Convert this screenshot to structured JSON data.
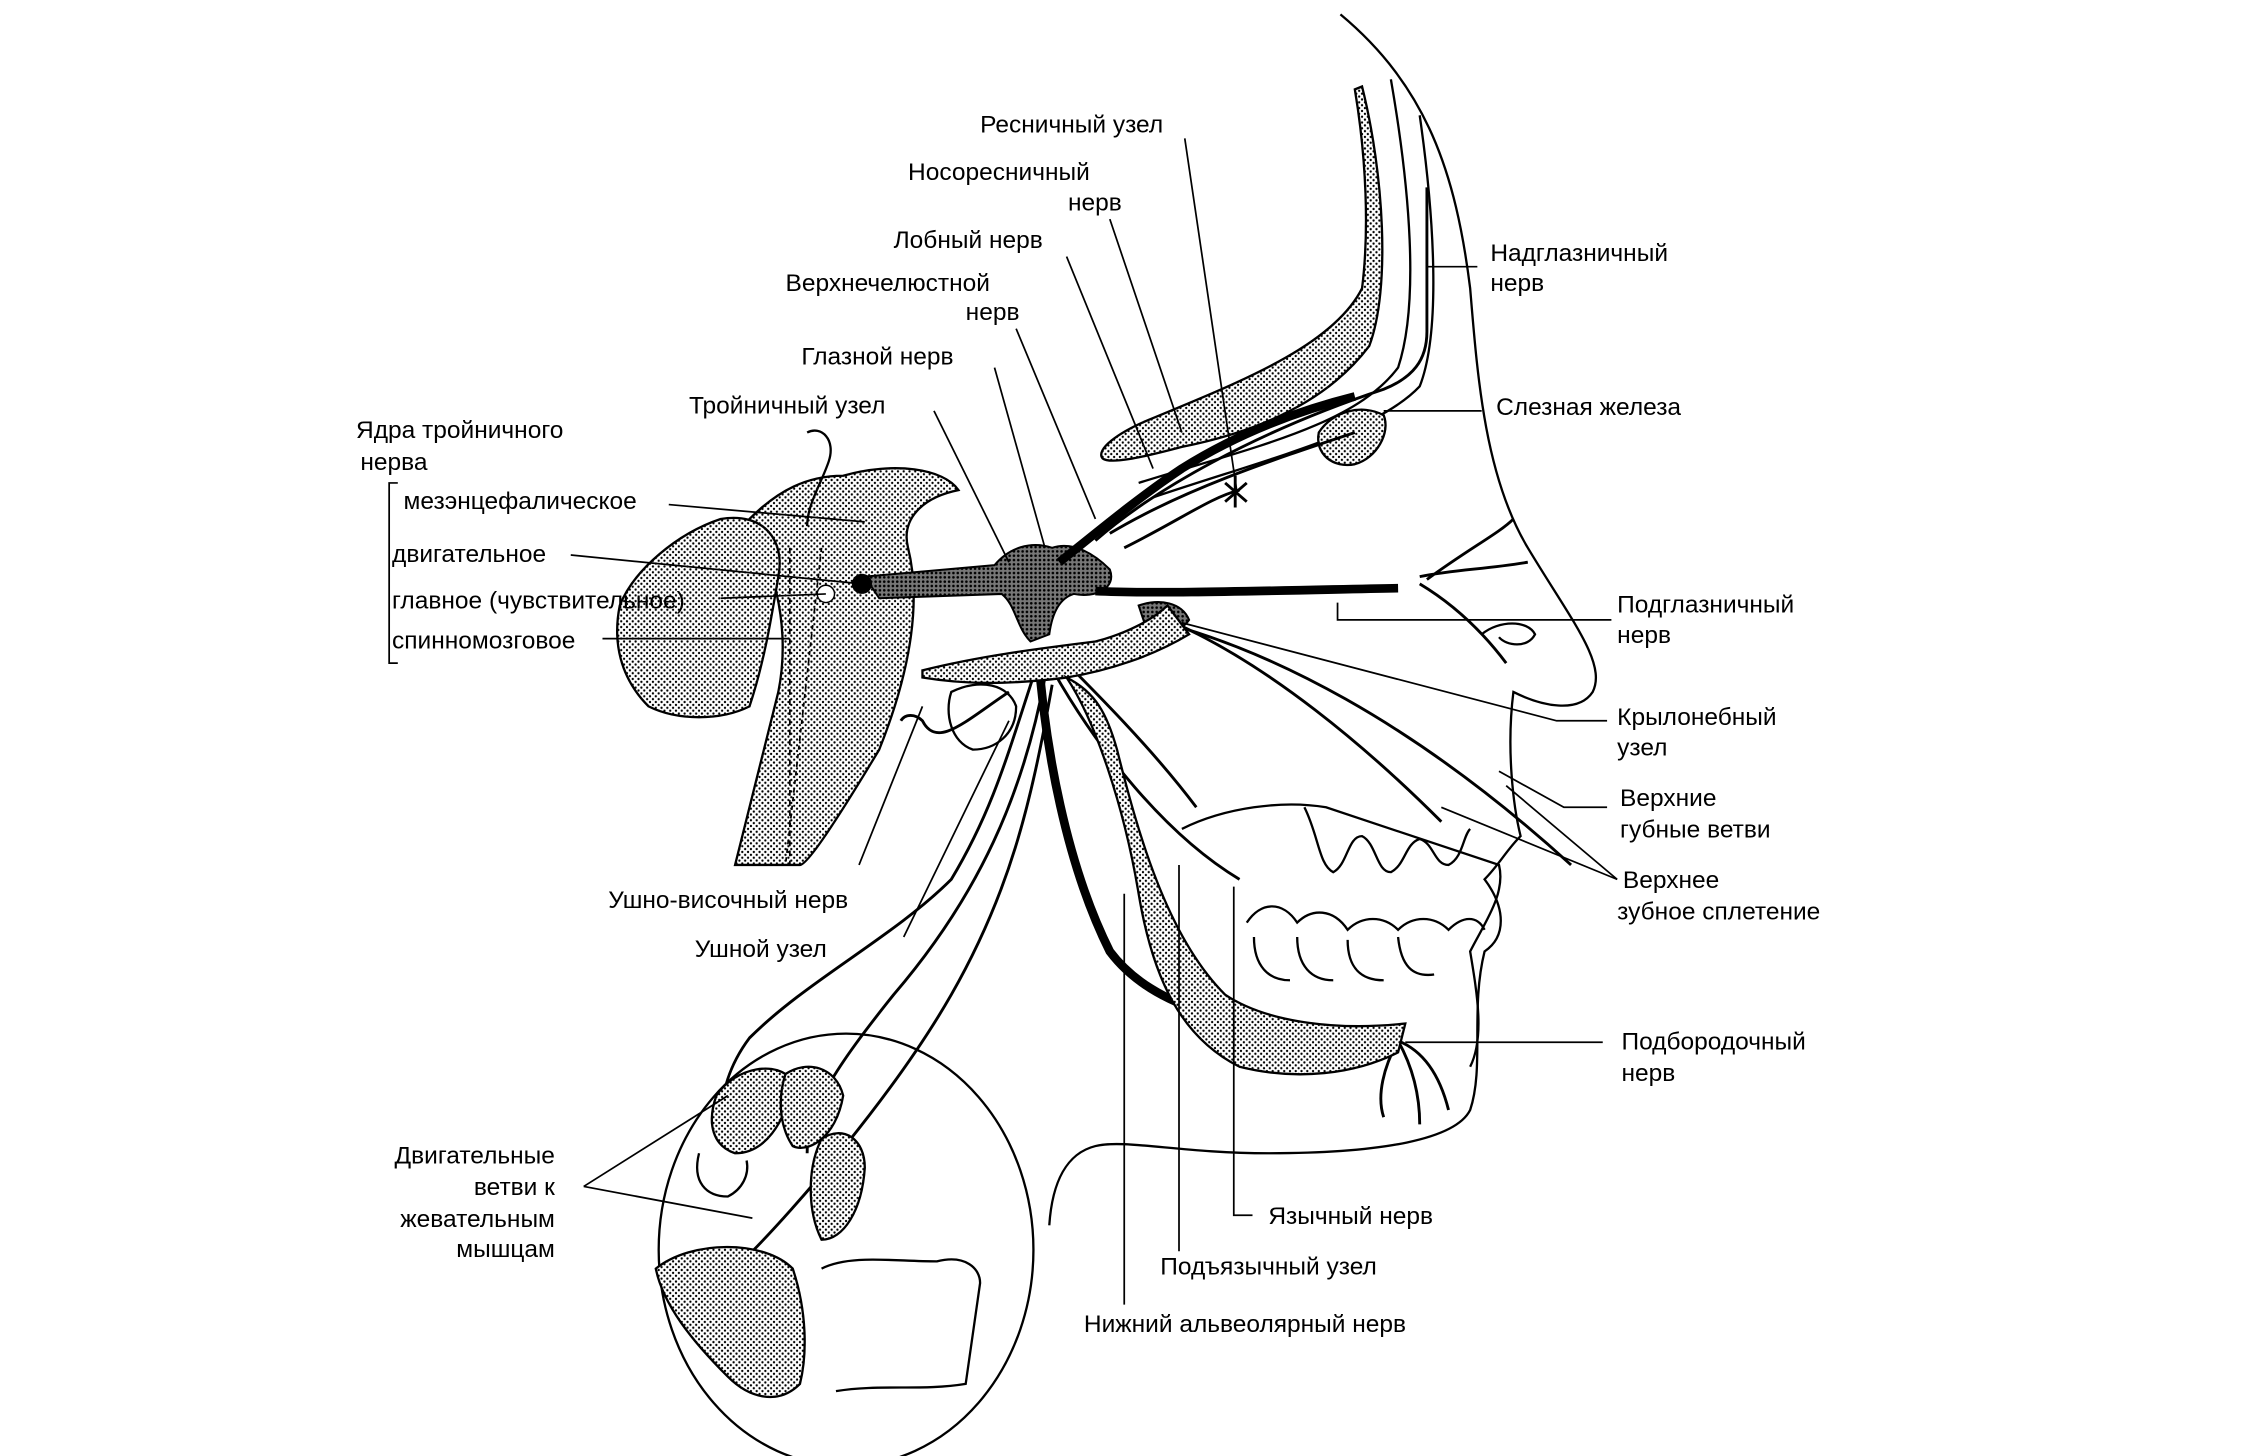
{
  "figure": {
    "title": "Тройничный нерв",
    "labels": {
      "ciliary_ganglion": "Ресничный узел",
      "nasociliary_nerve_1": "Носоресничный",
      "nasociliary_nerve_2": "нерв",
      "frontal_nerve": "Лобный нерв",
      "maxillary_nerve_1": "Верхнечелюстной",
      "maxillary_nerve_2": "нерв",
      "ophthalmic_nerve": "Глазной нерв",
      "trigeminal_ganglion": "Тройничный узел",
      "nuclei_title_1": "Ядра  тройничного",
      "nuclei_title_2": "нерва",
      "nucleus_mesencephalic": "мезэнцефалическое",
      "nucleus_motor": "двигательное",
      "nucleus_main": "главное (чувствительное)",
      "nucleus_spinal": "спинномозговое",
      "supraorbital_nerve_1": "Надглазничный",
      "supraorbital_nerve_2": "нерв",
      "lacrimal_gland": "Слезная железа",
      "infraorbital_nerve_1": "Подглазничный",
      "infraorbital_nerve_2": "нерв",
      "pterygopalatine_ganglion_1": "Крылонебный",
      "pterygopalatine_ganglion_2": "узел",
      "upper_labial_branches_1": "Верхние",
      "upper_labial_branches_2": "губные ветви",
      "upper_dental_plexus_1": "Верхнее",
      "upper_dental_plexus_2": "зубное сплетение",
      "auriculotemporal_nerve": "Ушно-височный нерв",
      "otic_ganglion": "Ушной узел",
      "mental_nerve_1": "Подбородочный",
      "mental_nerve_2": "нерв",
      "motor_branches_1": "Двигательные",
      "motor_branches_2": "ветви к",
      "motor_branches_3": "жевательным",
      "motor_branches_4": "мышцам",
      "lingual_nerve": "Язычный нерв",
      "submandibular_ganglion": "Подъязычный узел",
      "inferior_alveolar_nerve": "Нижний альвеолярный нерв"
    }
  }
}
